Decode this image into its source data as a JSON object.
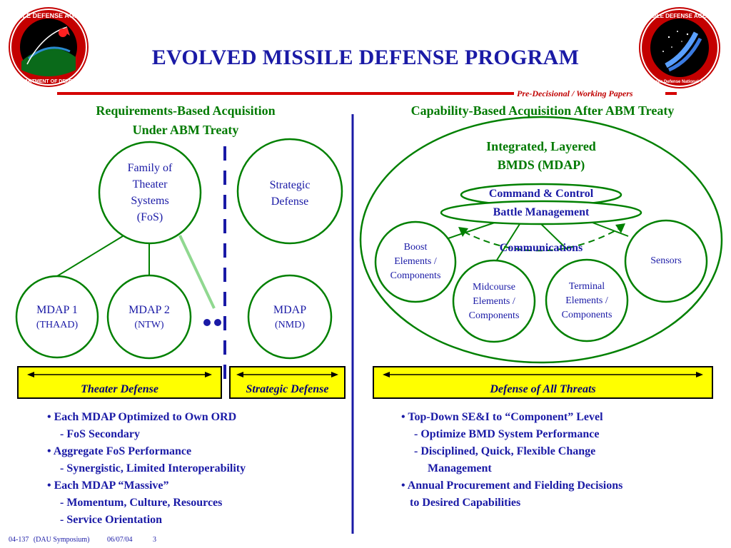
{
  "title": "EVOLVED MISSILE DEFENSE PROGRAM",
  "subtitle": "Pre-Decisional / Working Papers",
  "logo_left": {
    "text": "MISSILE DEFENSE AGENCY · DEPARTMENT OF DEFENSE"
  },
  "logo_right": {
    "text": "MISSILE DEFENSE AGENCY · Missile Defense National Team · All Phases · All Ranges · All Regions"
  },
  "left": {
    "header_line1": "Requirements-Based Acquisition",
    "header_line2": "Under ABM Treaty",
    "fos": [
      "Family of",
      "Theater",
      "Systems",
      "(FoS)"
    ],
    "strategic": [
      "Strategic",
      "Defense"
    ],
    "mdap1": [
      "MDAP 1",
      "(THAAD)"
    ],
    "mdap2": [
      "MDAP 2",
      "(NTW)"
    ],
    "mdap3": [
      "MDAP",
      "(NMD)"
    ],
    "band_theater": "Theater Defense",
    "band_strategic": "Strategic Defense",
    "bullets": [
      "Each MDAP Optimized to Own ORD",
      "FoS Secondary",
      "Aggregate FoS Performance",
      "Synergistic, Limited Interoperability",
      "Each MDAP “Massive”",
      "Momentum, Culture, Resources",
      "Service Orientation"
    ]
  },
  "right": {
    "header": "Capability-Based Acquisition After ABM Treaty",
    "bmds": [
      "Integrated, Layered",
      "BMDS (MDAP)"
    ],
    "c2": "Command & Control",
    "bm": "Battle Management",
    "comms": "Communications",
    "boost": [
      "Boost",
      "Elements /",
      "Components"
    ],
    "midcourse": [
      "Midcourse",
      "Elements /",
      "Components"
    ],
    "terminal": [
      "Terminal",
      "Elements /",
      "Components"
    ],
    "sensors": "Sensors",
    "band": "Defense of All Threats",
    "bullets": [
      "Top-Down SE&I to “Component” Level",
      "Optimize BMD System Performance",
      "Disciplined, Quick, Flexible Change",
      "Management",
      "Annual Procurement and Fielding Decisions",
      "to Desired Capabilities"
    ]
  },
  "footer": {
    "id": "04-137",
    "event": "(DAU Symposium)",
    "date": "06/07/04",
    "page": "3"
  },
  "colors": {
    "title": "#1a1aa6",
    "green": "#008000",
    "accent_red": "#d40000",
    "band_fill": "#ffff00"
  }
}
